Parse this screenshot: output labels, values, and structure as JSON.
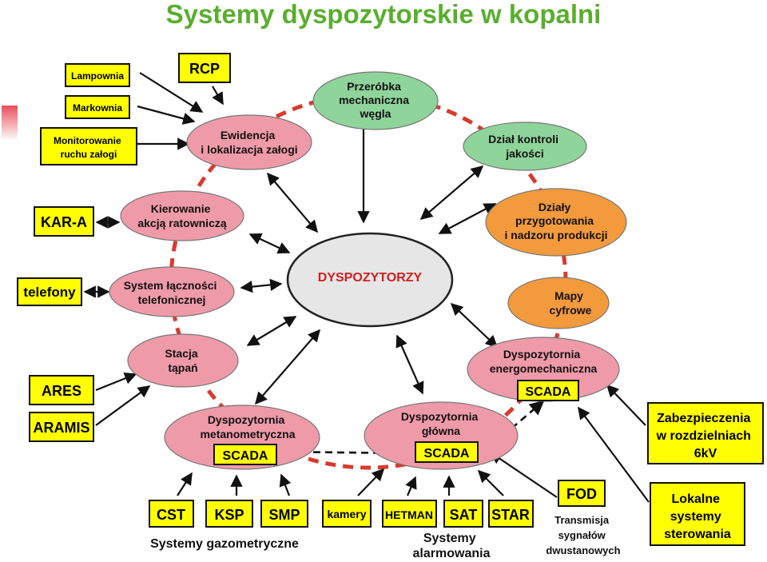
{
  "title": "Systemy dyspozytorskie w kopalni",
  "colors": {
    "title": "#5aae2e",
    "pink": "#ef9aa8",
    "green": "#8fd49a",
    "orange": "#f39a3d",
    "gray": "#e6e6e6",
    "yellow": "#ffff00",
    "ring": "#d83a2e"
  },
  "center": {
    "label": "DYSPOZYTORZY"
  },
  "nodes": {
    "przerobka": {
      "lines": [
        "Przeróbka",
        "mechaniczna",
        "węgla"
      ]
    },
    "dzial_kontroli": {
      "lines": [
        "Dział kontroli",
        "jakości"
      ]
    },
    "dzialy_przyg": {
      "lines": [
        "Działy",
        "przygotowania",
        "i nadzoru produkcji"
      ]
    },
    "mapy": {
      "lines": [
        "Mapy",
        "cyfrowe"
      ]
    },
    "energo": {
      "lines": [
        "Dyspozytornia",
        "energomechaniczna"
      ]
    },
    "glowna": {
      "lines": [
        "Dyspozytornia",
        "główna"
      ]
    },
    "metano": {
      "lines": [
        "Dyspozytornia",
        "metanometryczna"
      ]
    },
    "stacja": {
      "lines": [
        "Stacja",
        "tąpań"
      ]
    },
    "system_lacz": {
      "lines": [
        "System łączności",
        "telefonicznej"
      ]
    },
    "kierowanie": {
      "lines": [
        "Kierowanie",
        "akcją ratowniczą"
      ]
    },
    "ewidencja": {
      "lines": [
        "Ewidencja",
        "i lokalizacja załogi"
      ]
    }
  },
  "boxes": {
    "lampownia": "Lampownia",
    "markownia": "Markownia",
    "monitorowanie": [
      "Monitorowanie",
      "ruchu załogi"
    ],
    "rcp": "RCP",
    "kar_a": "KAR-A",
    "telefony": "telefony",
    "ares": "ARES",
    "aramis": "ARAMIS",
    "scada_energo": "SCADA",
    "scada_glowna": "SCADA",
    "scada_metano": "SCADA",
    "zabezpieczenia": [
      "Zabezpieczenia",
      "w rozdzielniach",
      "6kV"
    ],
    "lokalne": [
      "Lokalne",
      "systemy",
      "sterowania"
    ],
    "fod": "FOD",
    "cst": "CST",
    "ksp": "KSP",
    "smp": "SMP",
    "kamery": "kamery",
    "hetman": "HETMAN",
    "sat": "SAT",
    "star": "STAR"
  },
  "captions": {
    "gazometryczne": "Systemy gazometryczne",
    "alarmowania": [
      "Systemy",
      "alarmowania"
    ],
    "transmisja": [
      "Transmisja",
      "sygnałów",
      "dwustanowych"
    ]
  }
}
